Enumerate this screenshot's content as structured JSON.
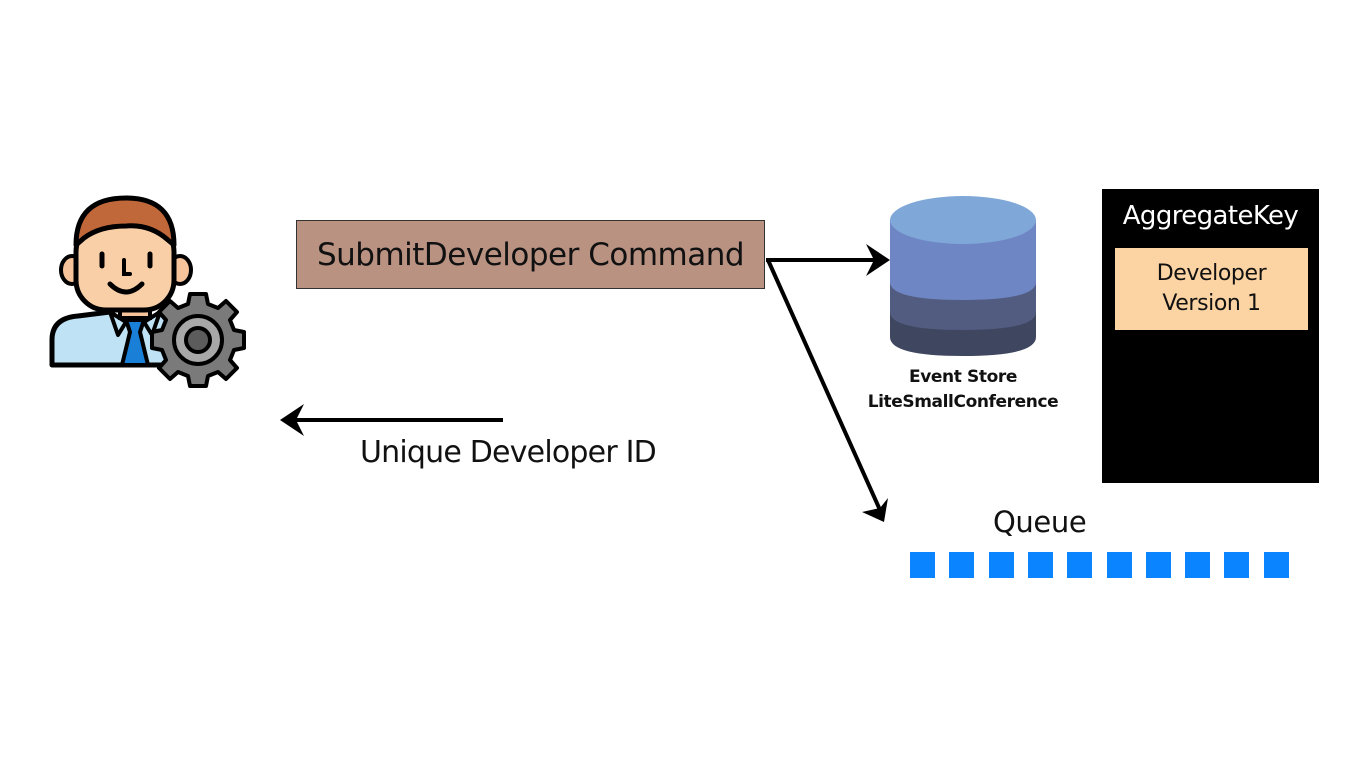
{
  "command": {
    "label": "SubmitDeveloper Command"
  },
  "reply": {
    "label": "Unique Developer ID"
  },
  "event_store": {
    "title": "Event Store",
    "name": "LiteSmallConference"
  },
  "aggregate": {
    "title": "AggregateKey",
    "entry_line1": "Developer",
    "entry_line2": "Version 1"
  },
  "queue": {
    "label": "Queue",
    "item_count": 10
  },
  "colors": {
    "command_fill": "#b99282",
    "aggregate_fill": "#000000",
    "aggregate_entry_fill": "#fcd3a3",
    "queue_item": "#0a84ff",
    "db_top": "#7fa8d8",
    "db_layer1": "#6f86c4",
    "db_layer2": "#525c80",
    "db_layer3": "#3f4660"
  },
  "icons": {
    "actor": "developer-with-gear-icon",
    "store": "database-cylinder-icon"
  }
}
